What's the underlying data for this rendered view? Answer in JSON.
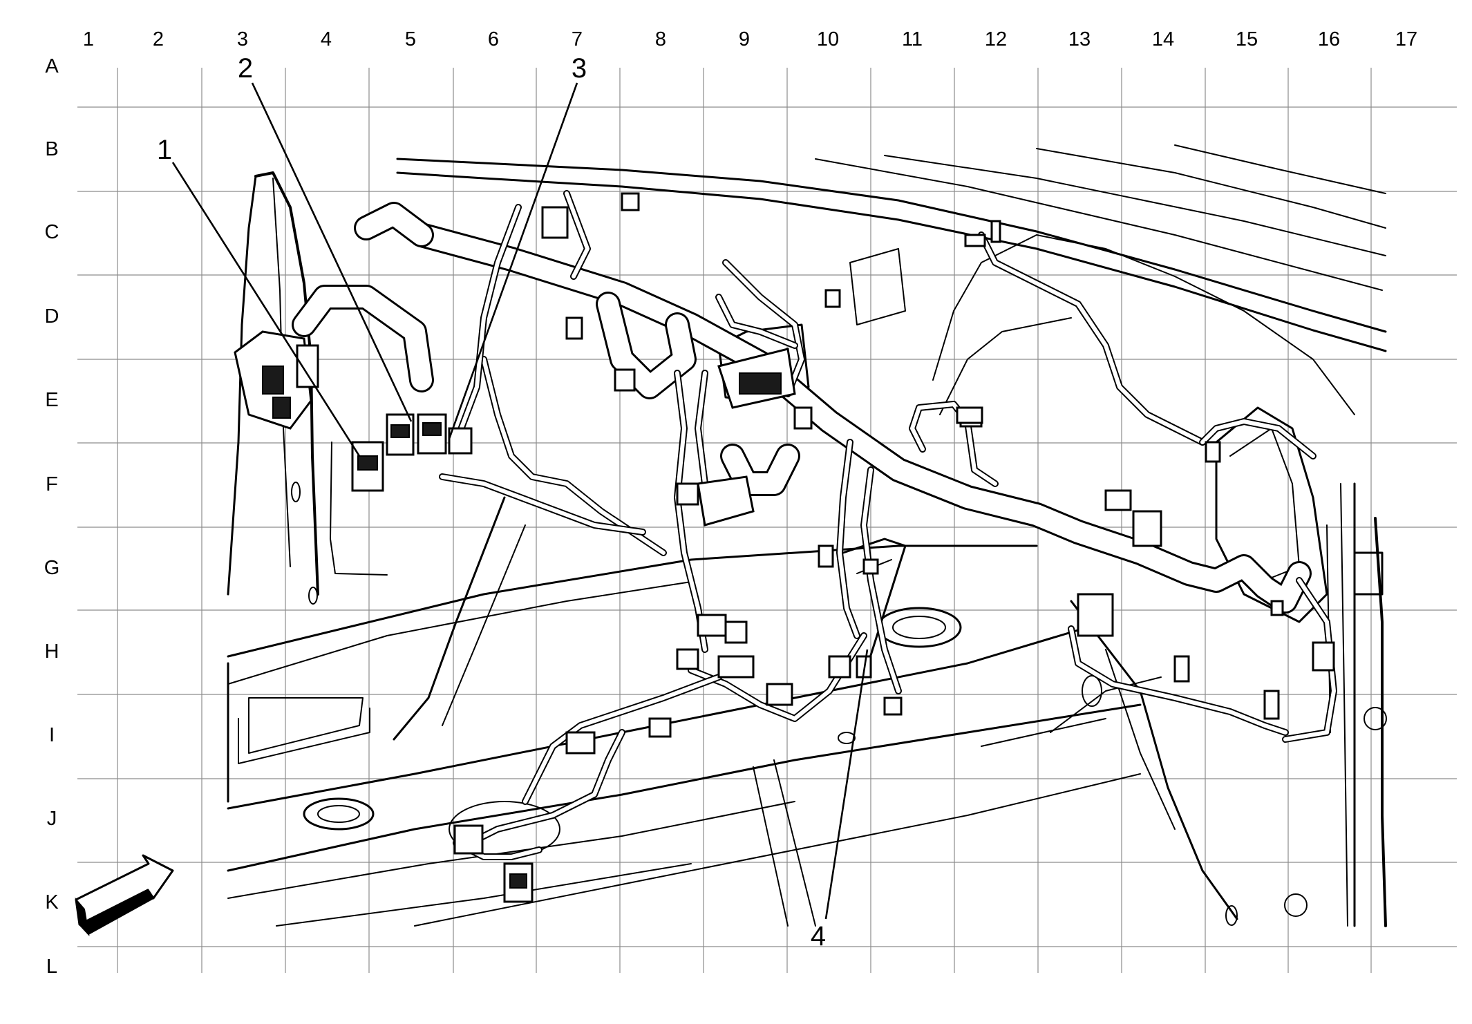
{
  "grid": {
    "columns": [
      "1",
      "2",
      "3",
      "4",
      "5",
      "6",
      "7",
      "8",
      "9",
      "10",
      "11",
      "12",
      "13",
      "14",
      "15",
      "16",
      "17"
    ],
    "rows": [
      "A",
      "B",
      "C",
      "D",
      "E",
      "F",
      "G",
      "H",
      "I",
      "J",
      "K",
      "L"
    ]
  },
  "callouts": [
    {
      "label": "1"
    },
    {
      "label": "2"
    },
    {
      "label": "3"
    },
    {
      "label": "4"
    }
  ],
  "icons": {
    "orientation_arrow": "front-direction-arrow-icon"
  },
  "colors": {
    "line": "#000000",
    "grid": "#8c8c8c",
    "background": "#ffffff"
  }
}
